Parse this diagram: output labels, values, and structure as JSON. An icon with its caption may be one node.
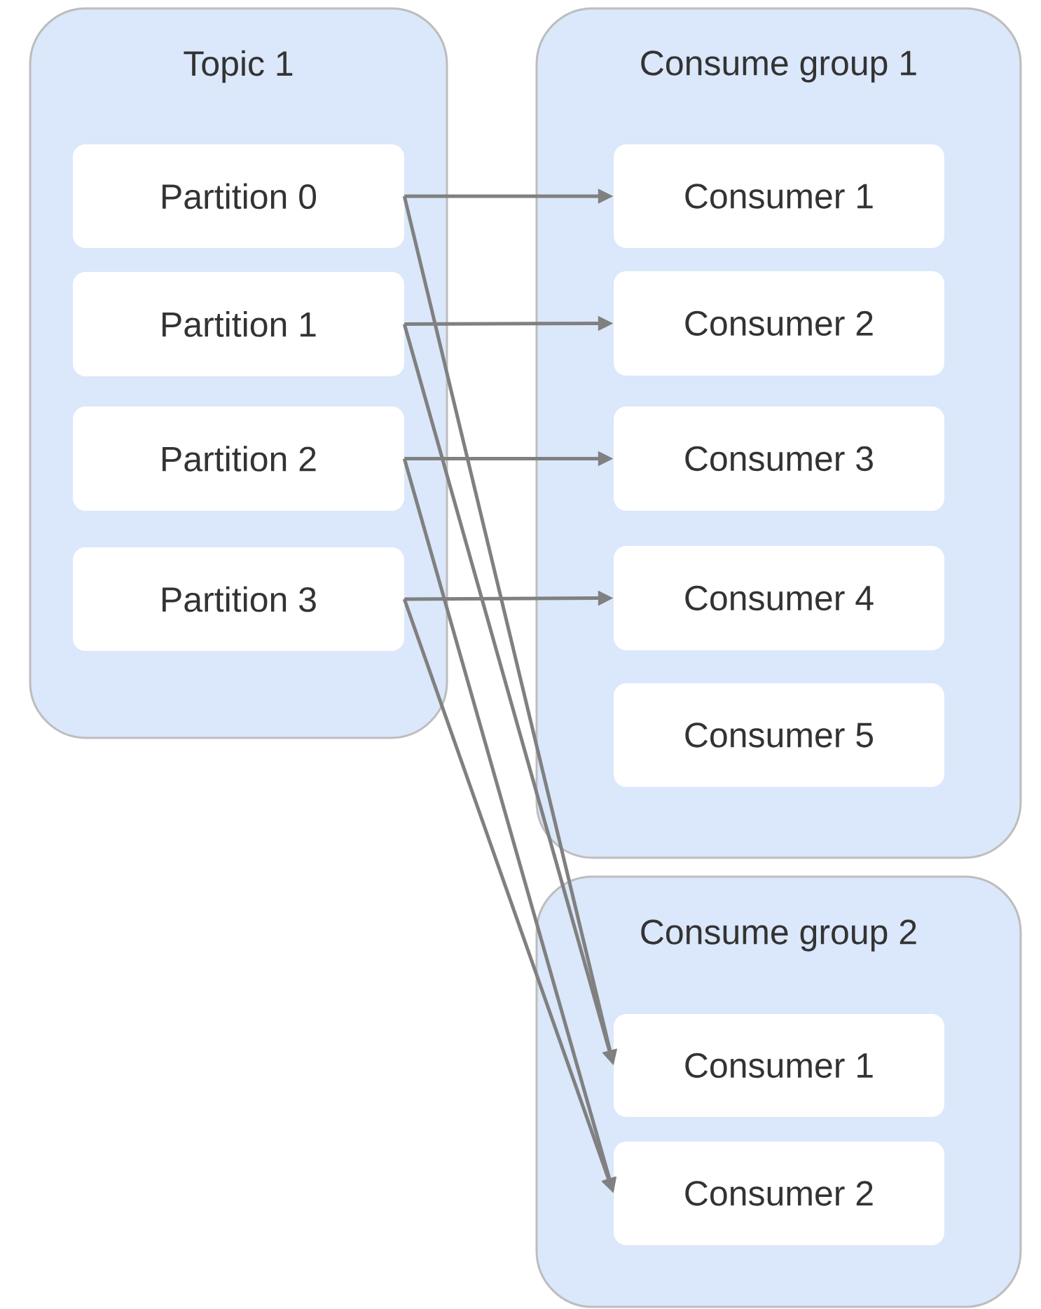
{
  "diagram": {
    "nodes": [
      {
        "text": [
          "Topic 1"
        ]
      },
      {
        "text": [
          "Partition 0"
        ],
        "in": 0
      },
      {
        "text": [
          "Partition 1"
        ],
        "in": 0
      },
      {
        "text": [
          "Partition 2"
        ],
        "in": 0
      },
      {
        "text": [
          "Partition 3"
        ],
        "in": 0
      },
      {
        "text": [
          "Consume group 1"
        ]
      },
      {
        "text": [
          "Consumer 1"
        ],
        "in": 5
      },
      {
        "text": [
          "Consumer 2"
        ],
        "in": 5
      },
      {
        "text": [
          "Consumer 3"
        ],
        "in": 5
      },
      {
        "text": [
          "Consumer 4"
        ],
        "in": 5
      },
      {
        "text": [
          "Consumer 5"
        ],
        "in": 5
      },
      {
        "text": [
          "Consume group 2"
        ]
      },
      {
        "text": [
          "Consumer 1"
        ],
        "in": 11
      },
      {
        "text": [
          "Consumer 2"
        ],
        "in": 11
      }
    ],
    "edges": [
      {
        "from": 1,
        "to": 6,
        "arrow": "to"
      },
      {
        "from": 2,
        "to": 7,
        "arrow": "to"
      },
      {
        "from": 3,
        "to": 8,
        "arrow": "to"
      },
      {
        "from": 4,
        "to": 9,
        "arrow": "to"
      },
      {
        "from": 1,
        "to": 12,
        "arrow": "to"
      },
      {
        "from": 2,
        "to": 12,
        "arrow": "to"
      },
      {
        "from": 3,
        "to": 13,
        "arrow": "to"
      },
      {
        "from": 4,
        "to": 13,
        "arrow": "to"
      }
    ]
  }
}
